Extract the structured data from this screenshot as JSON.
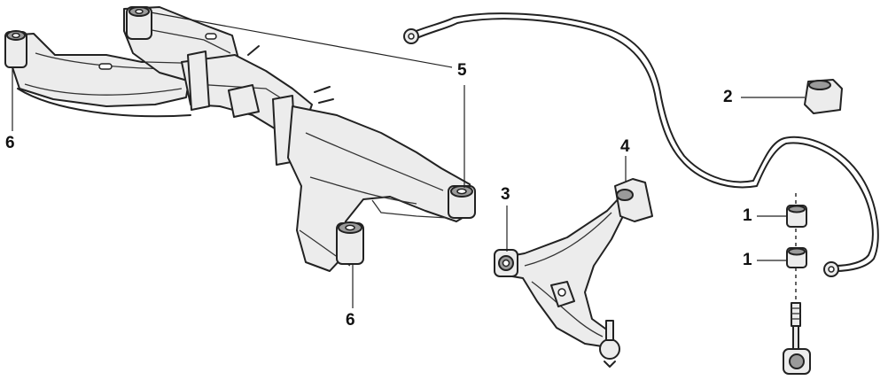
{
  "callouts": {
    "c1a": "1",
    "c1b": "1",
    "c2": "2",
    "c3": "3",
    "c4": "4",
    "c5": "5",
    "c6a": "6",
    "c6b": "6"
  },
  "parts": {
    "1": "stabilizer-link-bushing",
    "2": "stabilizer-bar-bushing",
    "3": "lower-control-arm-front-bushing",
    "4": "lower-control-arm-rear-bushing",
    "5": "subframe-mount-bushing-front",
    "6": "subframe-mount-bushing-rear"
  }
}
